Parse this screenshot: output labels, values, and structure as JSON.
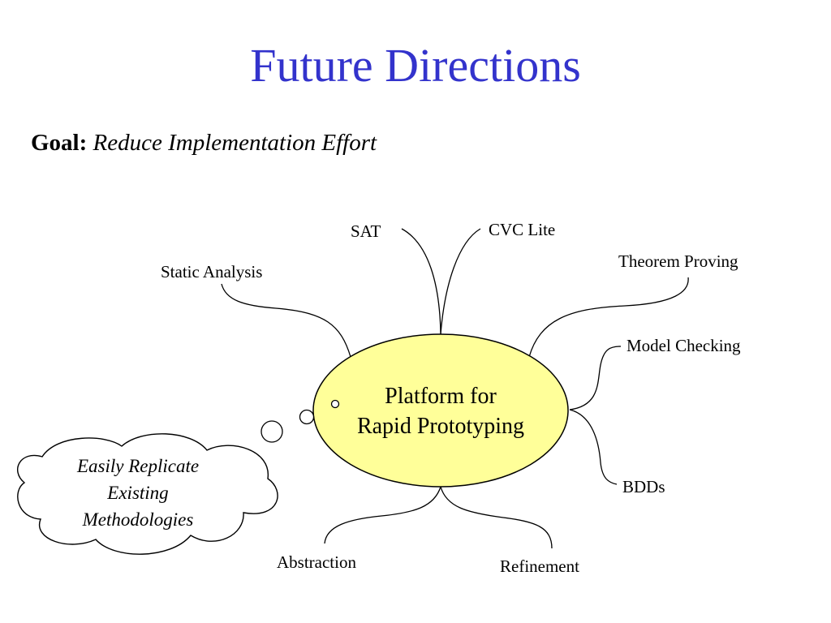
{
  "slide": {
    "title": "Future Directions",
    "goal_label": "Goal:",
    "goal_text": "Reduce Implementation Effort"
  },
  "diagram": {
    "center_line1": "Platform for",
    "center_line2": "Rapid Prototyping",
    "center_fill": "#ffff99",
    "branches": {
      "sat": "SAT",
      "cvc_lite": "CVC Lite",
      "static_analysis": "Static Analysis",
      "theorem_proving": "Theorem Proving",
      "model_checking": "Model Checking",
      "bdds": "BDDs",
      "abstraction": "Abstraction",
      "refinement": "Refinement"
    },
    "thought_cloud": {
      "line1": "Easily Replicate",
      "line2": "Existing",
      "line3": "Methodologies"
    }
  }
}
